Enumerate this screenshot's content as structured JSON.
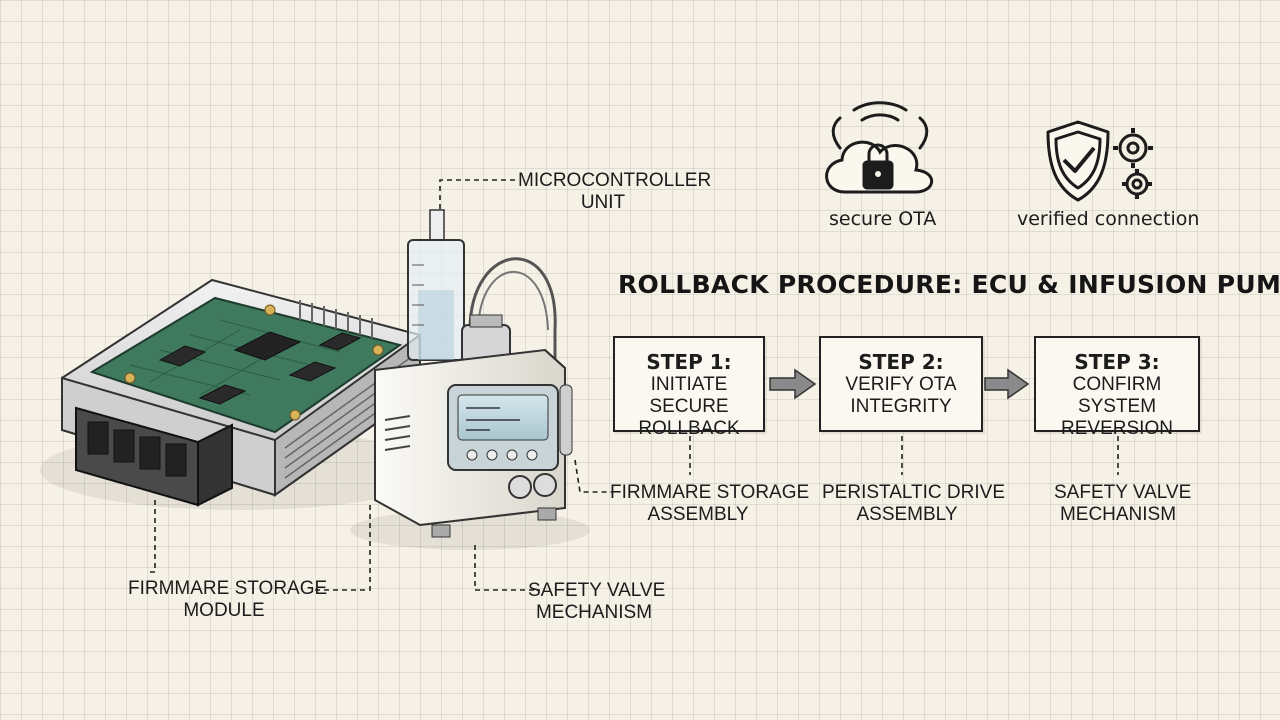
{
  "title": "ROLLBACK PROCEDURE: ECU & INFUSION PUMP",
  "badges": [
    {
      "icon": "cloud-lock-icon",
      "label": "secure OTA"
    },
    {
      "icon": "shield-gear-icon",
      "label": "verified connection"
    }
  ],
  "steps": [
    {
      "heading": "STEP 1:",
      "line1": "INITIATE SECURE",
      "line2": "ROLLBACK"
    },
    {
      "heading": "STEP 2:",
      "line1": "VERIFY OTA",
      "line2": "INTEGRITY"
    },
    {
      "heading": "STEP 3:",
      "line1": "CONFIRM SYSTEM",
      "line2": "REVERSION"
    }
  ],
  "callouts": {
    "microcontroller": {
      "line1": "MICROCONTROLLER",
      "line2": "UNIT"
    },
    "firmware_storage_module": {
      "line1": "FIRMMARE STORAGE",
      "line2": "MODULE"
    },
    "firmware_storage_assembly": {
      "line1": "FIRMMARE STORAGE",
      "line2": "ASSEMBLY"
    },
    "safety_valve_pump": {
      "line1": "SAFETY VALVE",
      "line2": "MECHANISM"
    },
    "peristaltic": {
      "line1": "PERISTALTIC DRIVE",
      "line2": "ASSEMBLY"
    },
    "safety_valve_step": {
      "line1": "SAFETY VALVE",
      "line2": "MECHANISM"
    }
  },
  "colors": {
    "ink": "#1c1c1c",
    "pcb": "#3f7a5e",
    "paper": "#f6f1e6",
    "arrow": "#8a8a8a"
  }
}
